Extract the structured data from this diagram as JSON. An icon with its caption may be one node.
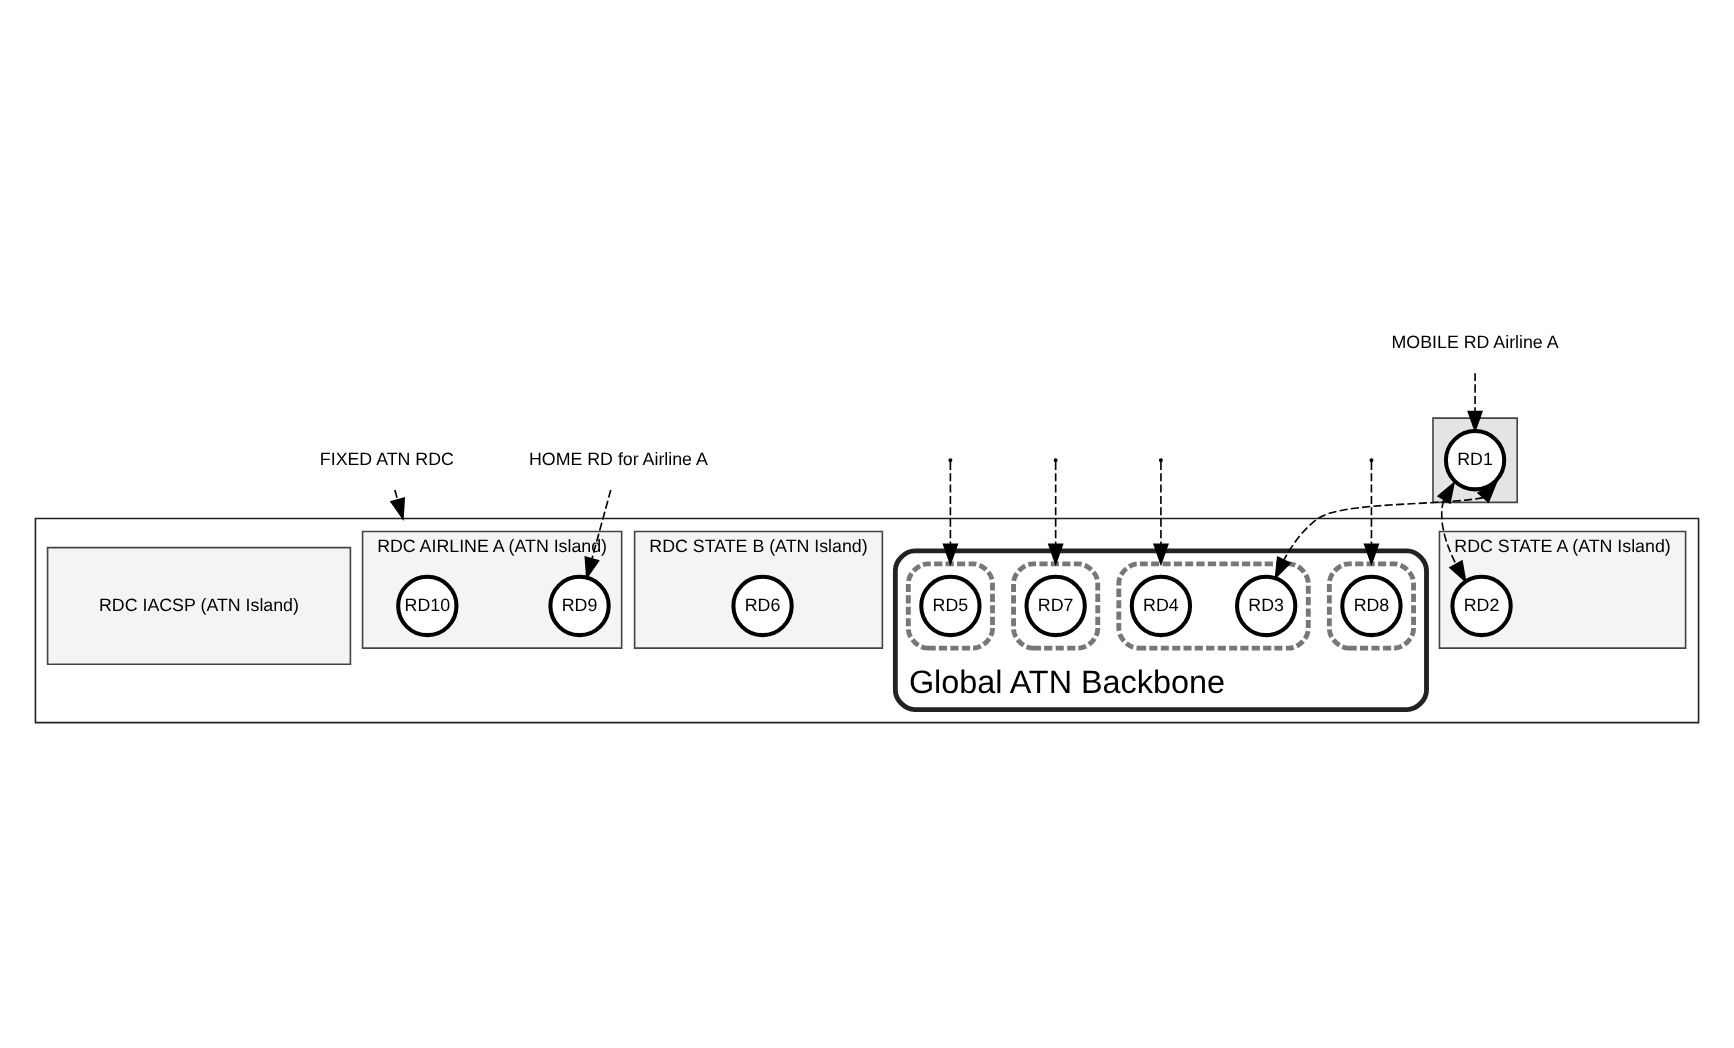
{
  "diagram": {
    "nodes": [
      {
        "text": [],
        "shape": "box"
      },
      {
        "text": [
          "RD1"
        ],
        "in": 0
      },
      {
        "text": [
          "MOBILE RD Airline A"
        ]
      },
      {
        "text": [
          "FIXED ATN RDC"
        ]
      },
      {
        "text": [],
        "shape": "box"
      },
      {
        "text": [
          "RDC STATE A (ATN Island)"
        ],
        "in": 4
      },
      {
        "text": [
          "RD2"
        ],
        "in": 5
      },
      {
        "text": [
          "RDC IACSP (ATN Island)"
        ],
        "in": 4
      },
      {
        "text": [
          "Global ATN Backbone"
        ],
        "in": 4
      },
      {
        "text": [],
        "shape": "ellipse",
        "in": 8
      },
      {
        "text": [
          "RD3"
        ],
        "in": 9
      },
      {
        "text": [
          "RD4"
        ],
        "in": 9
      },
      {
        "text": [],
        "shape": "ellipse",
        "in": 8
      },
      {
        "text": [
          "RD5"
        ],
        "in": 12
      },
      {
        "text": [
          "HOME RD for Airline A"
        ]
      },
      {
        "text": [
          "RDC STATE B (ATN Island)"
        ],
        "in": 4
      },
      {
        "text": [
          "RD6"
        ],
        "in": 15
      },
      {
        "text": [],
        "shape": "ellipse",
        "in": 8
      },
      {
        "text": [
          "RD7"
        ],
        "in": 17
      },
      {
        "text": [
          "RDC AIRLINE A (ATN Island)"
        ],
        "in": 4
      },
      {
        "text": [],
        "shape": "ellipse",
        "in": 8
      },
      {
        "text": [
          "RD8"
        ],
        "in": 20
      },
      {
        "text": [
          "RD9"
        ],
        "in": 19
      },
      {
        "text": [
          "RD10"
        ],
        "in": 19
      }
    ],
    "edges": [
      {
        "from": 2,
        "to": 1,
        "arrow": "to",
        "style": "dashed"
      },
      {
        "from": 3,
        "to": 4,
        "arrow": "to",
        "style": "dashed"
      },
      {
        "from": 1,
        "to": 6,
        "arrow": "both",
        "style": "dashed"
      },
      {
        "from": 1,
        "to": 10,
        "arrow": "both",
        "style": "dashed"
      },
      {
        "from": null,
        "to": 9,
        "arrow": "to",
        "style": "dashed"
      },
      {
        "from": null,
        "to": 12,
        "arrow": "to",
        "style": "dashed"
      },
      {
        "from": null,
        "to": 17,
        "arrow": "to",
        "style": "dashed"
      },
      {
        "from": null,
        "to": 20,
        "arrow": "to",
        "style": "dashed"
      },
      {
        "from": 14,
        "to": 22,
        "arrow": "to",
        "style": "dashed"
      }
    ]
  }
}
